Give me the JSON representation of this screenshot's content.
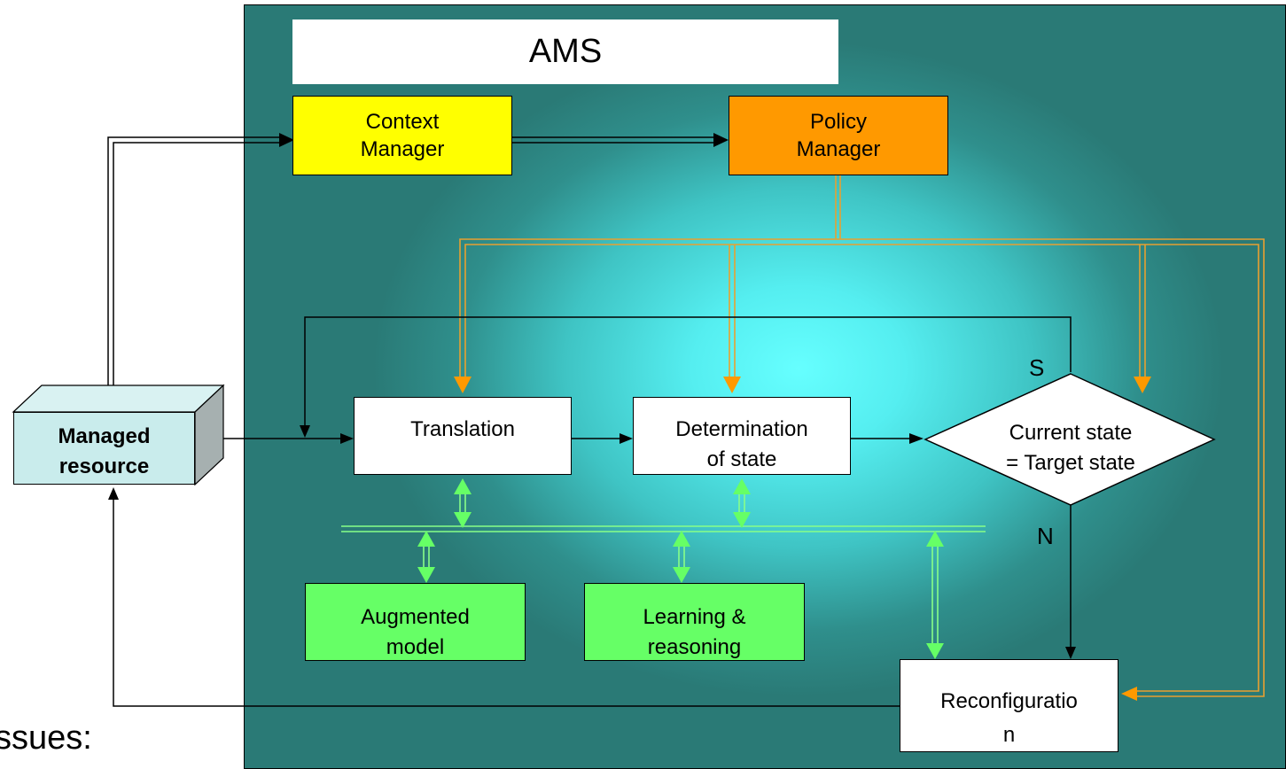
{
  "diagram": {
    "title": "AMS",
    "context_manager": "Context\nManager",
    "policy_manager": "Policy\nManager",
    "translation": "Translation",
    "determination": "Determination\nof state",
    "decision": "Current state\n= Target state",
    "decision_yes": "S",
    "decision_no": "N",
    "augmented_model": "Augmented\nmodel",
    "learning": "Learning &\nreasoning",
    "reconfiguration": "Reconfiguratio\nn",
    "managed_resource": "Managed\nresource"
  },
  "footer": {
    "issues_text": "ssues:"
  },
  "colors": {
    "panel_gradient_center": "#66ffff",
    "panel_gradient_edge": "#2a7a76",
    "context_manager": "#ffff00",
    "policy_manager": "#ff9900",
    "green_boxes": "#66ff66",
    "orange_lines": "#e8a030",
    "green_lines": "#88ff88",
    "resource": "#c9ecec"
  }
}
